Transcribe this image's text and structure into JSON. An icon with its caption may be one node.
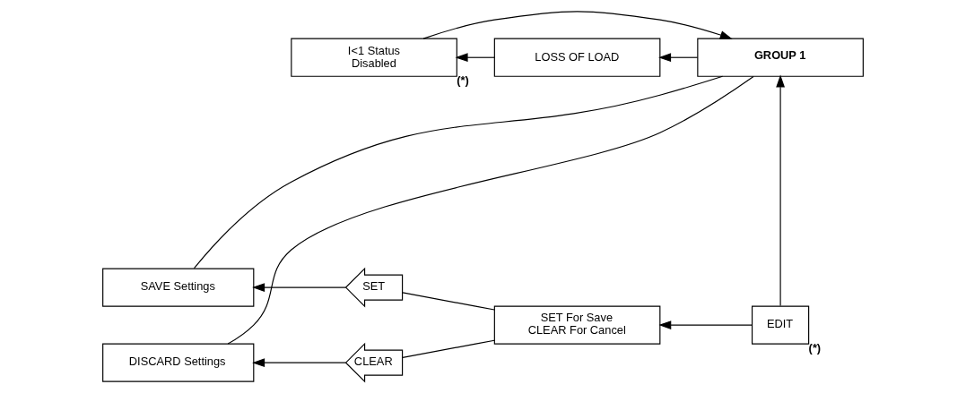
{
  "diagram": {
    "nodes": [
      {
        "text": [
          "I<1 Status",
          "Disabled"
        ],
        "beside": [
          "(*)"
        ]
      },
      {
        "text": [
          "LOSS OF LOAD"
        ]
      },
      {
        "text": [
          "GROUP 1"
        ]
      },
      {
        "text": [
          "SAVE Settings"
        ]
      },
      {
        "text": [
          "SET"
        ]
      },
      {
        "text": [
          "SET For Save",
          "CLEAR For Cancel"
        ]
      },
      {
        "text": [
          "EDIT"
        ],
        "beside": [
          "(*)"
        ]
      },
      {
        "text": [
          "DISCARD Settings"
        ]
      },
      {
        "text": [
          "CLEAR"
        ]
      }
    ],
    "edges": [
      {
        "from": 2,
        "to": 1,
        "arrow": "to"
      },
      {
        "from": 1,
        "to": 0,
        "arrow": "to"
      },
      {
        "from": 0,
        "to": 2,
        "arrow": "to"
      },
      {
        "from": 6,
        "to": 2,
        "arrow": "to"
      },
      {
        "from": 6,
        "to": 5,
        "arrow": "to"
      },
      {
        "from": 5,
        "to": 4,
        "arrow": "none"
      },
      {
        "from": 5,
        "to": 8,
        "arrow": "none"
      },
      {
        "from": 4,
        "to": 3,
        "arrow": "to"
      },
      {
        "from": 8,
        "to": 7,
        "arrow": "to"
      },
      {
        "from": 3,
        "to": 2,
        "arrow": "none"
      },
      {
        "from": 7,
        "to": 2,
        "arrow": "none"
      }
    ]
  }
}
